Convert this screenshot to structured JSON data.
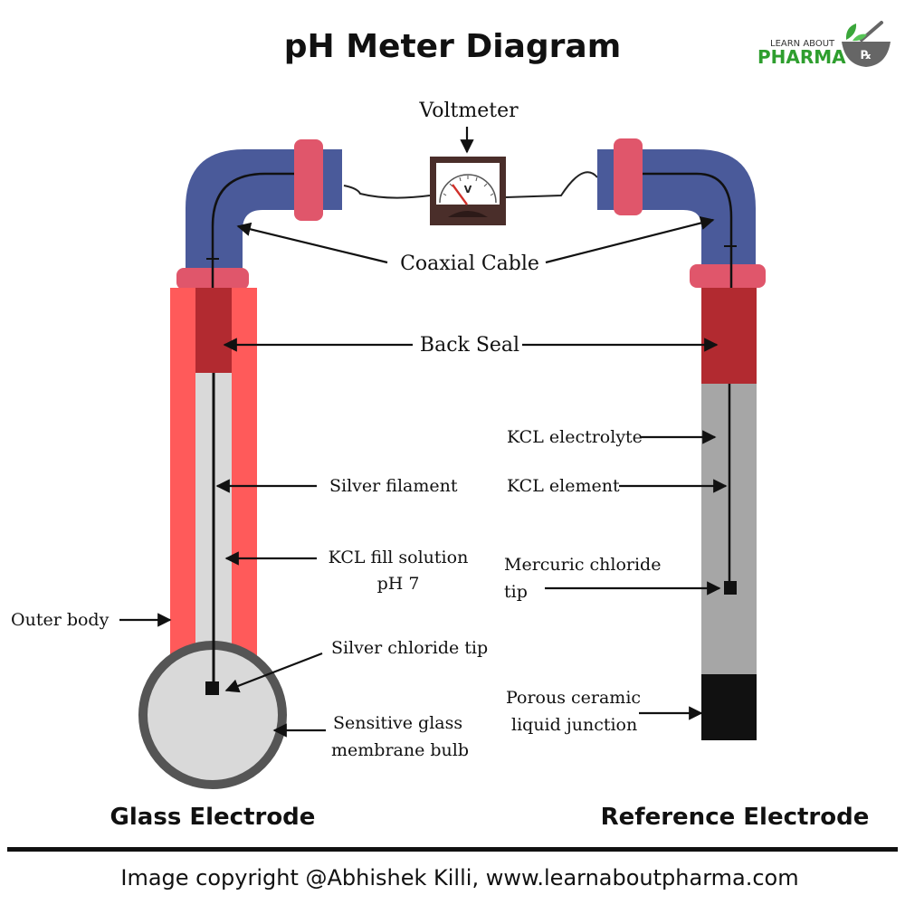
{
  "title": "pH Meter Diagram",
  "logo": {
    "top": "LEARN ABOUT",
    "bottom": "PHARMA",
    "symbol": "℞",
    "icon": "mortar-pestle-icon"
  },
  "voltmeter": {
    "label": "Voltmeter",
    "unit": "V"
  },
  "labels": {
    "coaxial_cable": "Coaxial Cable",
    "back_seal": "Back Seal",
    "silver_filament": "Silver filament",
    "kcl_fill_line1": "KCL fill solution",
    "kcl_fill_line2": "pH 7",
    "outer_body": "Outer body",
    "silver_chloride_tip": "Silver chloride tip",
    "glass_bulb_line1": "Sensitive glass",
    "glass_bulb_line2": "membrane bulb",
    "kcl_electrolyte": "KCL electrolyte",
    "kcl_element": "KCL element",
    "mercuric_line1": "Mercuric chloride",
    "mercuric_line2": "tip",
    "porous_line1": "Porous ceramic",
    "porous_line2": "liquid junction"
  },
  "electrodes": {
    "glass": "Glass Electrode",
    "reference": "Reference Electrode"
  },
  "footer": {
    "copyright": "Image copyright @Abhishek Killi, www.learnaboutpharma.com"
  },
  "colors": {
    "cable_blue": "#4a5a9a",
    "connector_pink": "#e0566b",
    "outer_body_red": "#ff5a5a",
    "back_seal_red": "#b22a30",
    "fill_light_gray": "#d9d9d9",
    "reference_gray": "#a6a6a6",
    "bulb_border": "#555555",
    "junction_black": "#111111",
    "voltmeter_brown": "#4a2e2a"
  }
}
